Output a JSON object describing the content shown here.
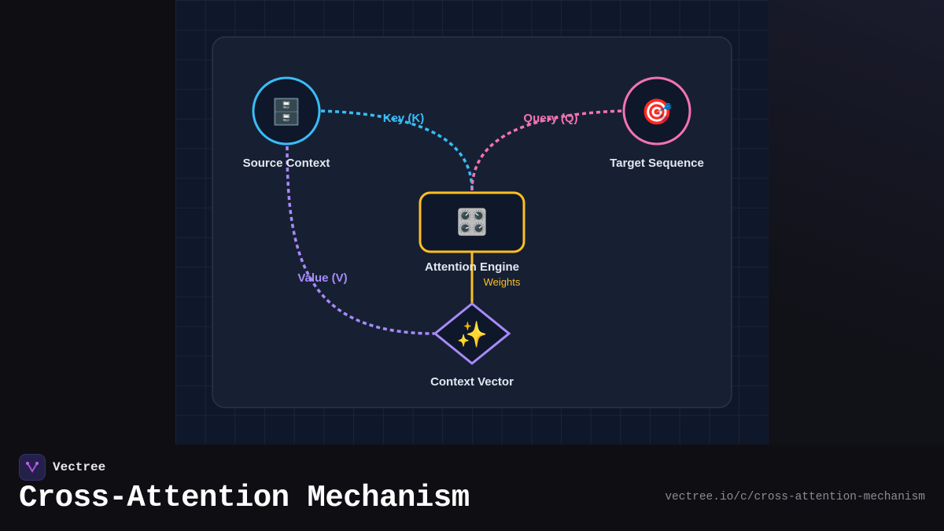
{
  "diagram": {
    "nodes": [
      {
        "label": "Source Context",
        "icon": "file-cabinet-icon",
        "glyph": "🗄️",
        "color": "#38bdf8"
      },
      {
        "label": "Target Sequence",
        "icon": "target-icon",
        "glyph": "🎯",
        "color": "#f472b6"
      },
      {
        "label": "Attention Engine",
        "icon": "control-knobs-icon",
        "glyph": "🎛️",
        "color": "#fbbf24"
      },
      {
        "label": "Context Vector",
        "icon": "sparkles-icon",
        "glyph": "✨",
        "color": "#a78bfa"
      }
    ],
    "edges": [
      {
        "label": "Key (K)",
        "from": "Source Context",
        "to": "Attention Engine",
        "color": "#38bdf8",
        "style": "dashed"
      },
      {
        "label": "Query (Q)",
        "from": "Target Sequence",
        "to": "Attention Engine",
        "color": "#f472b6",
        "style": "dashed"
      },
      {
        "label": "Value (V)",
        "from": "Source Context",
        "to": "Context Vector",
        "color": "#a78bfa",
        "style": "dashed"
      },
      {
        "label": "Weights",
        "from": "Attention Engine",
        "to": "Context Vector",
        "color": "#fbbf24",
        "style": "solid"
      }
    ]
  },
  "footer": {
    "brand": "Vectree",
    "title": "Cross-Attention Mechanism",
    "url": "vectree.io/c/cross-attention-mechanism"
  }
}
